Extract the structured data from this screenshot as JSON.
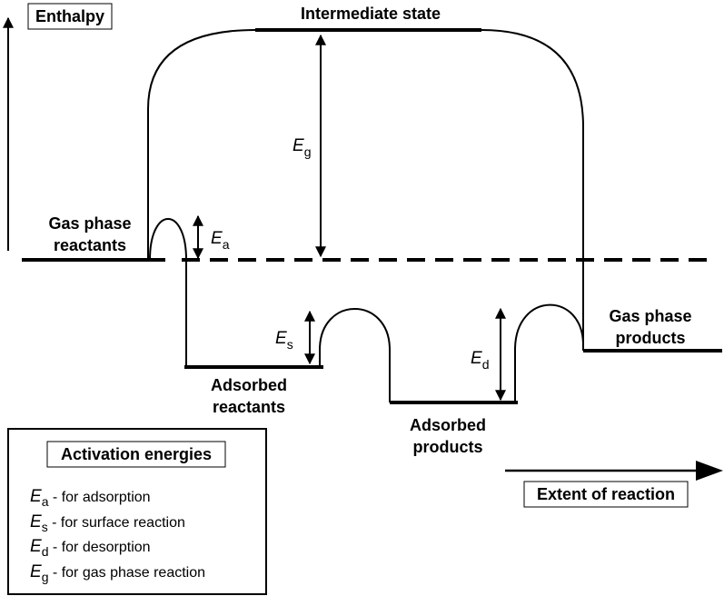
{
  "axes": {
    "y_label": "Enthalpy",
    "x_label": "Extent of reaction"
  },
  "states": {
    "intermediate": "Intermediate state",
    "gas_reactants_line1": "Gas phase",
    "gas_reactants_line2": "reactants",
    "adsorbed_reactants_line1": "Adsorbed",
    "adsorbed_reactants_line2": "reactants",
    "adsorbed_products_line1": "Adsorbed",
    "adsorbed_products_line2": "products",
    "gas_products_line1": "Gas phase",
    "gas_products_line2": "products"
  },
  "energies": {
    "symbol": "E",
    "a_sub": "a",
    "s_sub": "s",
    "d_sub": "d",
    "g_sub": "g"
  },
  "legend": {
    "title": "Activation energies",
    "items": [
      {
        "sub": "a",
        "text": " - for adsorption"
      },
      {
        "sub": "s",
        "text": " - for surface reaction"
      },
      {
        "sub": "d",
        "text": " - for desorption"
      },
      {
        "sub": "g",
        "text": " - for gas phase reaction"
      }
    ]
  }
}
